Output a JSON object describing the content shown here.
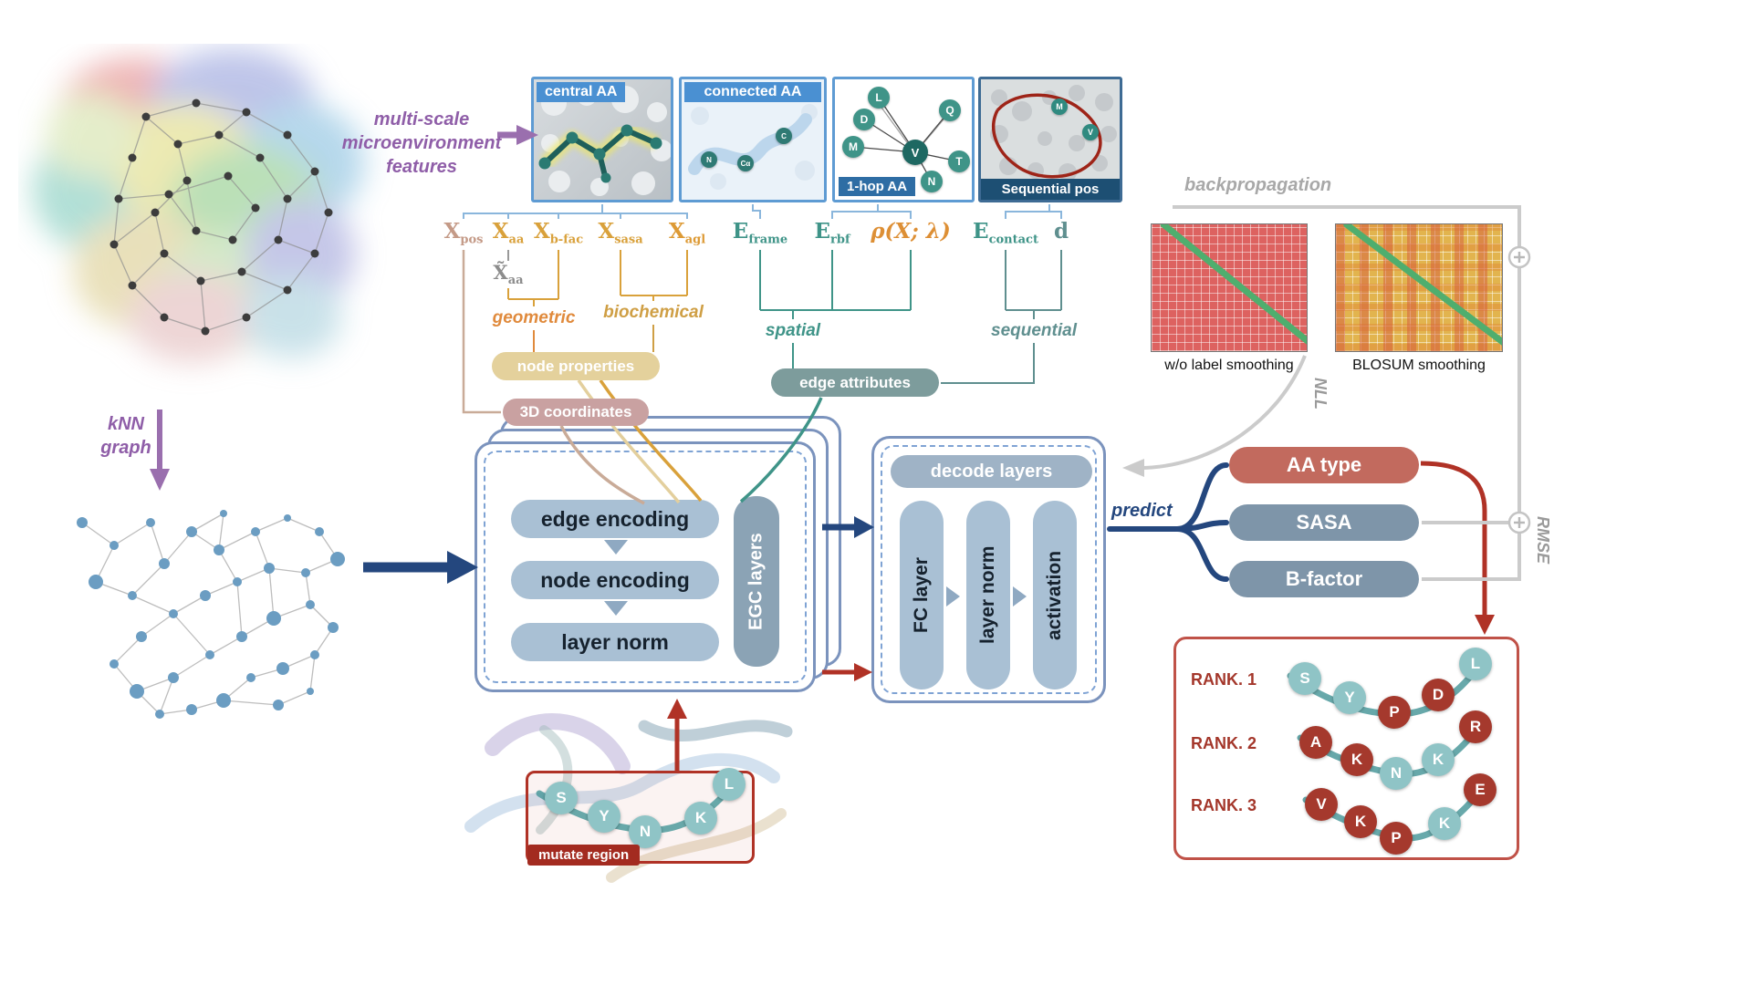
{
  "flow": {
    "multiscale": [
      "multi-scale",
      "microenvironment",
      "features"
    ],
    "knn": [
      "kNN",
      "graph"
    ],
    "predict": "predict",
    "backpropagation": "backpropagation",
    "nll": "NLL",
    "rmse": "RMSE"
  },
  "panels": {
    "central": {
      "title": "central AA"
    },
    "connected": {
      "title": "connected AA",
      "atoms": [
        "N",
        "Cα",
        "C"
      ]
    },
    "onehop": {
      "title": "1-hop AA",
      "center": "V",
      "neighbors": [
        "L",
        "D",
        "M",
        "Q",
        "N",
        "T"
      ]
    },
    "sequential": {
      "title": "Sequential pos",
      "nodes": [
        "M",
        "V"
      ]
    }
  },
  "features": {
    "symbols": [
      {
        "main": "X",
        "sub": "pos"
      },
      {
        "main": "X",
        "sub": "aa"
      },
      {
        "main": "X",
        "sub": "b-fac"
      },
      {
        "main": "X",
        "sub": "sasa"
      },
      {
        "main": "X",
        "sub": "agl"
      },
      {
        "main": "E",
        "sub": "frame"
      },
      {
        "main": "E",
        "sub": "rbf"
      },
      {
        "main": "ρ(X; λ)",
        "sub": ""
      },
      {
        "main": "E",
        "sub": "contact"
      },
      {
        "main": "d",
        "sub": ""
      }
    ],
    "x_tilde": {
      "main": "X̃",
      "sub": "aa"
    },
    "groups": [
      "geometric",
      "biochemical",
      "spatial",
      "sequential"
    ],
    "pills": {
      "node_properties": "node properties",
      "coordinates": "3D coordinates",
      "edge_attributes": "edge attributes"
    }
  },
  "encoder": {
    "pills": [
      "edge encoding",
      "node encoding",
      "layer norm"
    ],
    "stack_label": "EGC layers"
  },
  "decoder": {
    "header": "decode layers",
    "pills": [
      "FC layer",
      "layer norm",
      "activation"
    ]
  },
  "outputs": [
    "AA type",
    "SASA",
    "B-factor"
  ],
  "matrices": [
    {
      "caption": "w/o label smoothing"
    },
    {
      "caption": "BLOSUM smoothing"
    }
  ],
  "ranks": [
    {
      "label": "RANK. 1",
      "letters": [
        {
          "ch": "S",
          "tone": "teal"
        },
        {
          "ch": "Y",
          "tone": "teal"
        },
        {
          "ch": "P",
          "tone": "red"
        },
        {
          "ch": "D",
          "tone": "red"
        },
        {
          "ch": "L",
          "tone": "teal"
        }
      ]
    },
    {
      "label": "RANK. 2",
      "letters": [
        {
          "ch": "A",
          "tone": "red"
        },
        {
          "ch": "K",
          "tone": "red"
        },
        {
          "ch": "N",
          "tone": "teal"
        },
        {
          "ch": "K",
          "tone": "teal"
        },
        {
          "ch": "R",
          "tone": "red"
        }
      ]
    },
    {
      "label": "RANK. 3",
      "letters": [
        {
          "ch": "V",
          "tone": "red"
        },
        {
          "ch": "K",
          "tone": "red"
        },
        {
          "ch": "P",
          "tone": "red"
        },
        {
          "ch": "K",
          "tone": "teal"
        },
        {
          "ch": "E",
          "tone": "red"
        }
      ]
    }
  ],
  "mutate": {
    "label": "mutate region",
    "letters": [
      "S",
      "Y",
      "N",
      "K",
      "L"
    ]
  },
  "colors": {
    "purple": "#9a6fae",
    "navy": "#24477e",
    "red": "#b03226",
    "gold": "#d9a13b",
    "teal": "#3f9488",
    "gray": "#c8c8c8",
    "rose": "#c26a5e",
    "slate": "#7e95a9"
  }
}
